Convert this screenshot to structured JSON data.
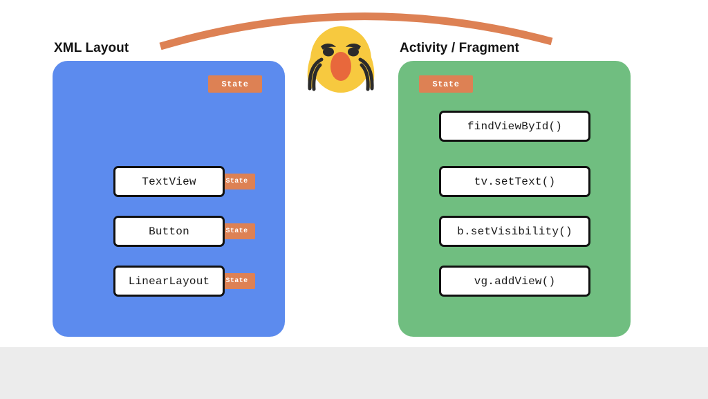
{
  "slide": {
    "background_color": "#ececec",
    "canvas_color": "#ffffff"
  },
  "arrow": {
    "name": "curved-arc-arrow",
    "color": "#dd8154",
    "description": "orange arc spanning from XML Layout panel to Activity / Fragment panel"
  },
  "emoji": {
    "name": "face-screaming-in-fear",
    "glyph": "😱",
    "face_color": "#f6c343",
    "mouth_color": "#e8683c"
  },
  "columns": [
    {
      "id": "xml",
      "heading": "XML Layout",
      "panel_color": "#5c8bee",
      "badge": "State",
      "rows": [
        {
          "label": "TextView",
          "badge": "State"
        },
        {
          "label": "Button",
          "badge": "State"
        },
        {
          "label": "LinearLayout",
          "badge": "State"
        }
      ]
    },
    {
      "id": "activity",
      "heading": "Activity / Fragment",
      "panel_color": "#70be80",
      "badge": "State",
      "rows": [
        {
          "label": "findViewById()"
        },
        {
          "label": "tv.setText()"
        },
        {
          "label": "b.setVisibility()"
        },
        {
          "label": "vg.addView()"
        }
      ]
    }
  ],
  "colors": {
    "blue_panel": "#5c8bee",
    "green_panel": "#70be80",
    "orange_badge": "#dd8154",
    "box_border": "#111111",
    "box_fill": "#ffffff",
    "heading_text": "#141414"
  }
}
